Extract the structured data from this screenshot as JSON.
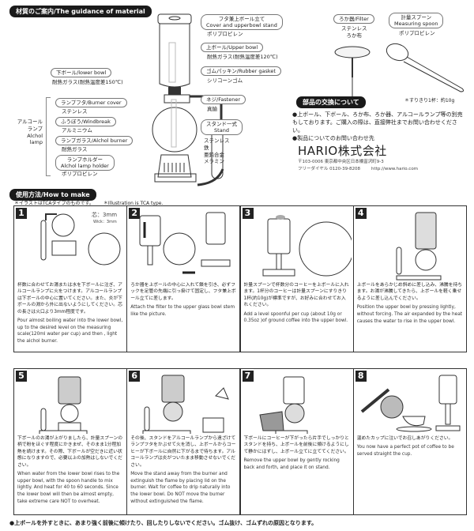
{
  "materials": {
    "title": "材質のご案内/The guidance of material",
    "parts": [
      {
        "label": "フタ兼上ボール立て\nCover and upperbowl stand",
        "material": "ポリプロピレン"
      },
      {
        "label": "上ボール/Upper bowl",
        "material": "耐熱ガラス(耐熱温度差120℃)"
      },
      {
        "label": "ゴムパッキン/Rubber gasket",
        "material": "シリコーンゴム"
      },
      {
        "label": "ネジ/Fastener",
        "material": "真鍮"
      },
      {
        "label": "スタンド一式\nStand",
        "material": "ステンレス\n鉄\n亜鉛合金\nメラミン"
      },
      {
        "label": "下ボール/lower bowl",
        "material": "耐熱ガラス(耐熱温度差150℃)"
      },
      {
        "label": "ランプフタ/Burner cover",
        "material": "ステンレス"
      },
      {
        "label": "ふうぼう/Windbreak",
        "material": "アルミニウム"
      },
      {
        "label": "ランプガラス/Alchol burner",
        "material": "耐熱ガラス"
      },
      {
        "label": "ランプホルダー\nAlchol lamp holder",
        "material": "ポリプロピレン"
      },
      {
        "label": "ろか器/Filter",
        "material": "ステンレス\nろか布"
      },
      {
        "label": "計量スプーン\nMeasuring spoon",
        "material": "ポリプロピレン"
      }
    ],
    "alcohol_lamp_group": "アルコール\nランプ\nAlchol\nlamp",
    "spoon_note": "＊すりきり1杯：約10g"
  },
  "replacement": {
    "title": "部品の交換について",
    "bullet1": "●上ボール、下ボール、ろか布、ろか器、アルコールランプ等の別売もしております。ご購入の際は、直接弊社までお問い合わせください。",
    "bullet2": "●製品についてのお問い合わせ先",
    "company": "HARIO株式会社",
    "address": "〒103-0006  東京都中央区日本橋富沢町9-3",
    "phone": "フリーダイヤル 0120-39-8208",
    "url": "http://www.hario.com"
  },
  "how_to": {
    "title": "使用方法/How to make",
    "note_jp": "＊イラストはTCAタイプのものです。",
    "note_en": "＊Illustration is TCA type.",
    "wick_jp": "芯：3mm",
    "wick_en": "Wick：3mm",
    "steps": [
      {
        "num": "1",
        "jp": "杯数に合わせてお湯または水を下ボールに注ぎ、アルコールランプに火をつけます。アルコールランプは下ボールの中心に置いてください。また、炎が下ボールの淵から外に出ないようにしてください。芯の長さは火口より3mm程度です。",
        "en": "Pour almost boiling water into the lower bowl, up to the desired level on the measuring scale(120ml water per cup) and then , light the alchol burner."
      },
      {
        "num": "2",
        "jp": "ろか器を上ボールの中心に入れて鎖を引き、必ずフックを足管の先端に引っ掛けて固定し、フタ兼上ボール立てに差します。",
        "en": "Attach the filter to the upper glass  bowl stem like the picture."
      },
      {
        "num": "3",
        "jp": "計量スプーンで杯数分のコーヒーを上ボールに入れます。1杯分のコーヒーは計量スプーンにすりきり1杯(約10g)が標準ですが、お好みに合わせてお入れください。",
        "en": "Add a level spoonful per cup (about 10g or 0.35oz )of ground coffee  into the upper bowl."
      },
      {
        "num": "4",
        "jp": "上ボールをあらかじめ斜めに差し込み、沸騰を待ちます。お湯が沸騰してきたら、上ボールを軽く乗せるように差し込んでください。",
        "en": "Position the upper bowl by pressing lightly, without forcing. The air expanded by the heat causes the water to rise in the upper bowl."
      },
      {
        "num": "5",
        "jp": "下ボールのお湯が上がりましたら、計量スプーンの柄で粉をほぐす程度にかきまぜ、そのまま1分程加熱を続けます。その際、下ボールが空だきに近い状態になりますので、必要以上の加熱はしないでください。",
        "en": "When water from the lower bowl rises to the upper bowl, with the spoon handle to mix lightly. And heat for 40 to 60 seconds. Since the lower bowl will then be almost empty, take extreme care NOT to overheat."
      },
      {
        "num": "6",
        "jp": "その後、スタンドをアルコールランプから遠ざけてランプフタをかぶせて火を消し、上ボールからコーヒーが下ボールに自然に下がるまで待ちます。アルコールランプは炎がついたまま移動させないでください。",
        "en": "Move the stand away from the burner and extinguish the flame by placing lid on the burner. Wait for coffee to drip naturally into the lower bowl. Do NOT move the burner without extinguished the flame."
      },
      {
        "num": "7",
        "jp": "下ボールにコーヒーが下がったら片手でしっかりとスタンドを持ち、上ボールを前後に傾けるようにして静かにはずし、上ボール立てに立ててください。",
        "en": "Remove the upper bowl by gently rocking back and forth, and place it on stand."
      },
      {
        "num": "8",
        "jp": "温めたカップに注いでお召しあがりください。",
        "en": "You now have a perfect pot of coffee to be served straight the cup."
      }
    ],
    "footer_note": "●上ボールを外すときに、あまり強く前後に傾けたり、回したりしないでください。ゴム抜け、ゴムずれの原因となります。"
  }
}
